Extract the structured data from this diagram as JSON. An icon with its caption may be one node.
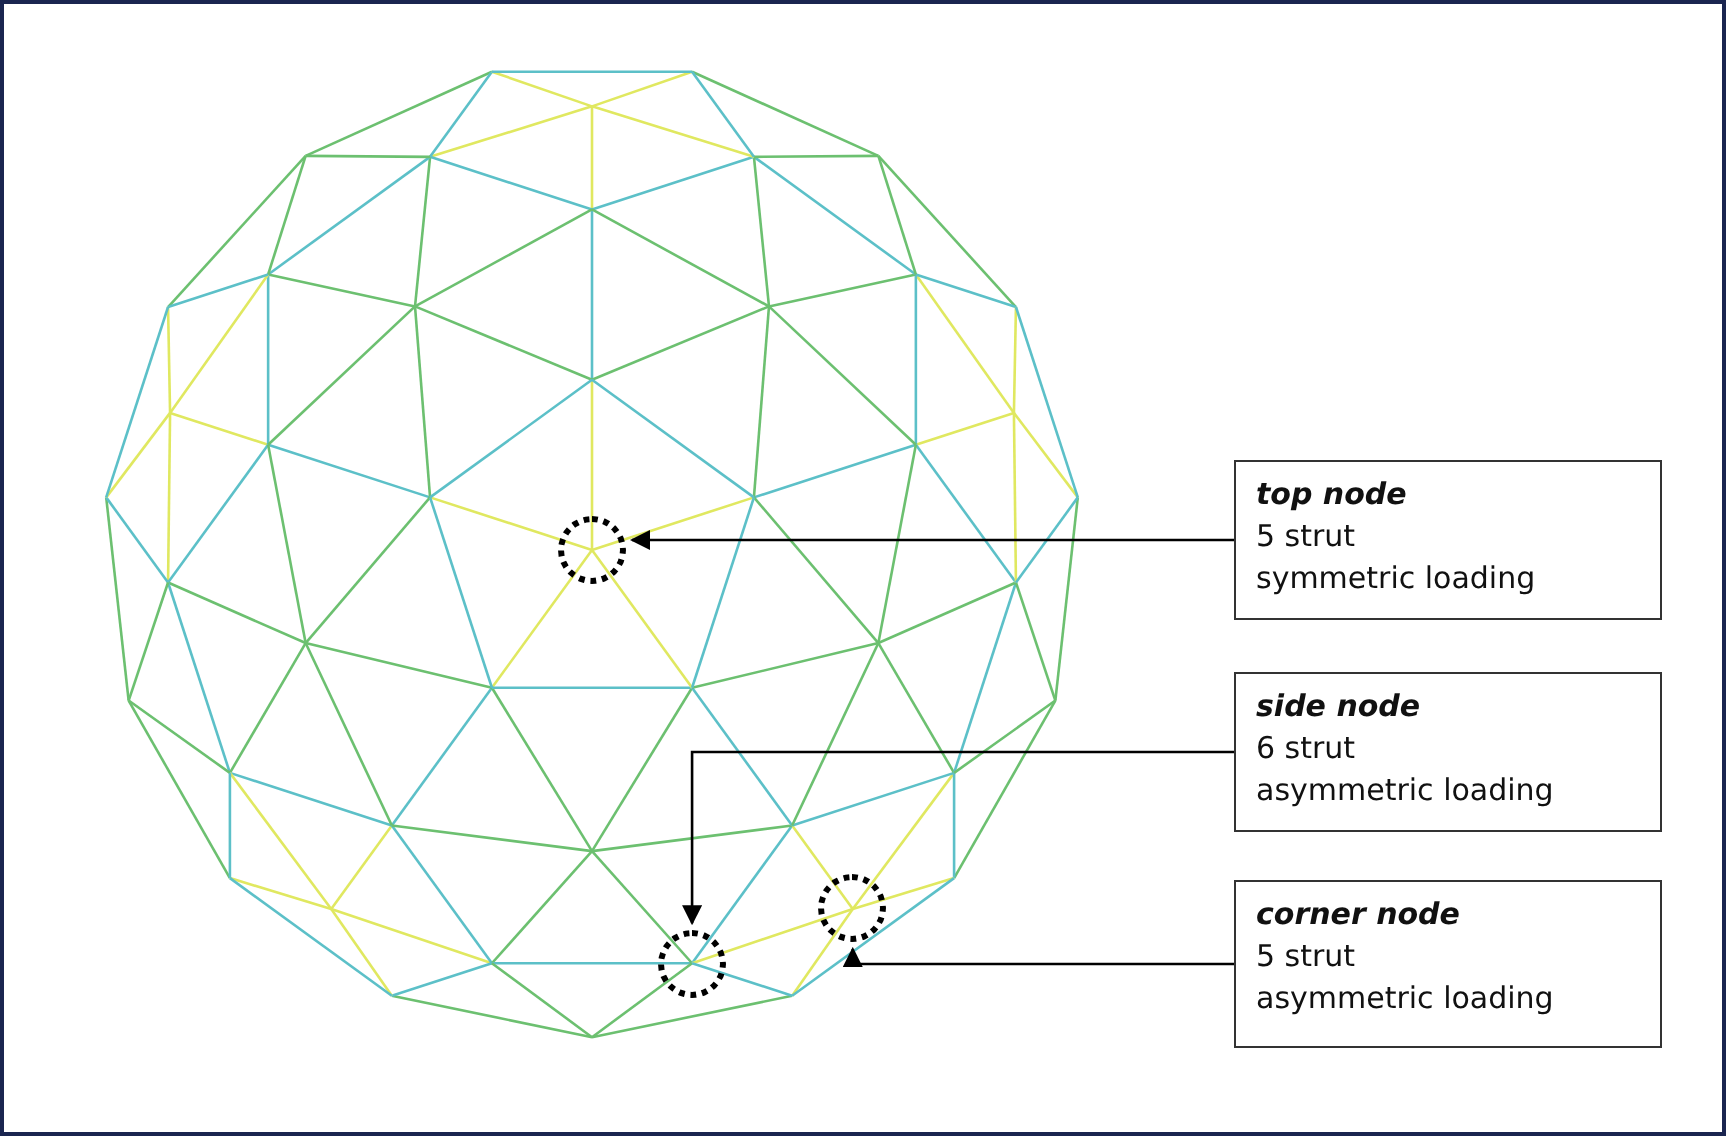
{
  "diagram": {
    "nodes": [
      {
        "text": [
          "top node",
          "5 strut",
          "symmetric loading"
        ]
      },
      {
        "text": [
          "side node",
          "6 strut",
          "asymmetric loading"
        ]
      },
      {
        "text": [
          "corner node",
          "5 strut",
          "asymmetric loading"
        ]
      },
      {
        "text": [],
        "shape": "circle"
      },
      {
        "text": [],
        "shape": "circle"
      },
      {
        "text": [],
        "shape": "circle"
      }
    ],
    "edges": [
      {
        "from": 0,
        "to": 3,
        "arrow": "to"
      },
      {
        "from": 1,
        "to": 4,
        "arrow": "to"
      },
      {
        "from": 2,
        "to": 5,
        "arrow": "to"
      }
    ]
  }
}
